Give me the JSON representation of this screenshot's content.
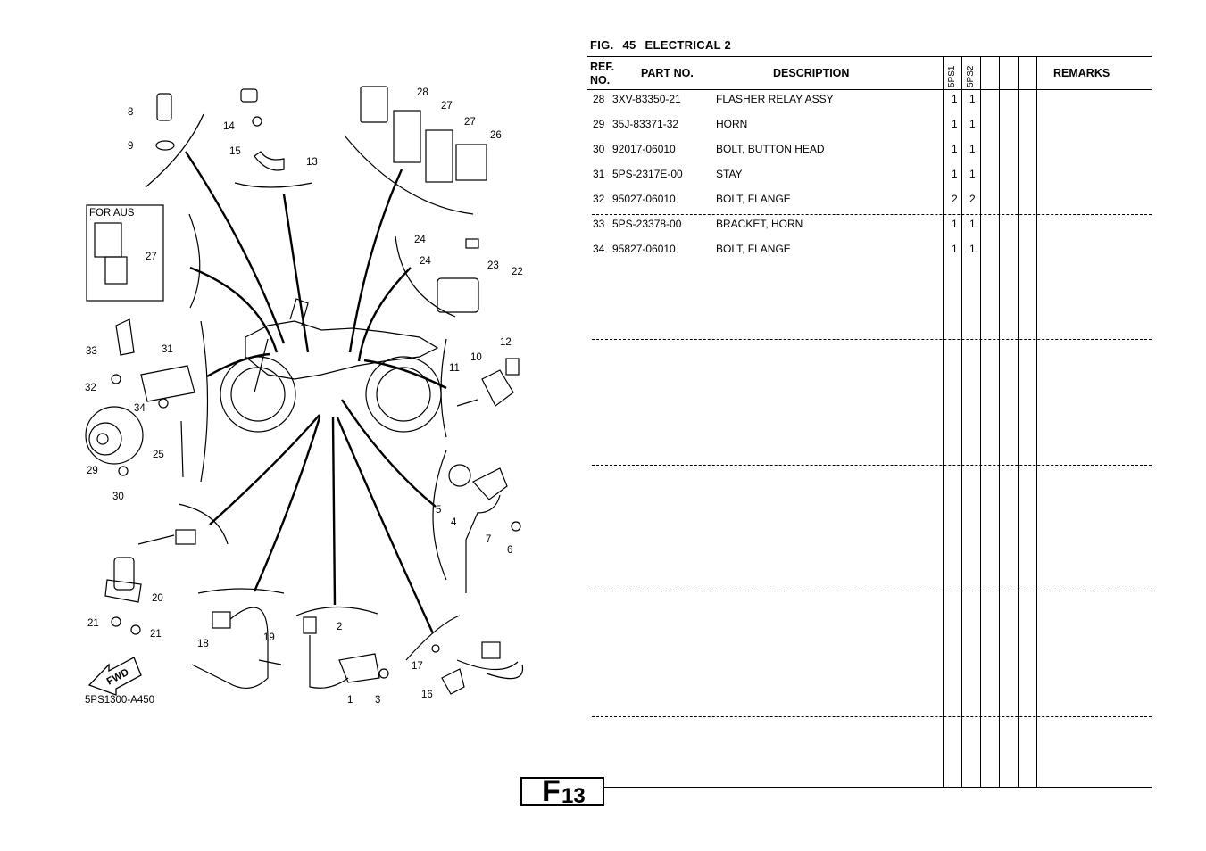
{
  "figure": {
    "fig_label": "FIG.",
    "fig_number": "45",
    "title": "ELECTRICAL 2"
  },
  "table": {
    "headers": {
      "ref_no": "REF.\nNO.",
      "part_no": "PART NO.",
      "description": "DESCRIPTION",
      "model1": "5PS1",
      "model2": "5PS2",
      "remarks": "REMARKS"
    },
    "rows": [
      {
        "ref": "28",
        "part": "3XV-83350-21",
        "desc": "FLASHER RELAY ASSY",
        "q1": "1",
        "q2": "1"
      },
      {
        "ref": "29",
        "part": "35J-83371-32",
        "desc": "HORN",
        "q1": "1",
        "q2": "1"
      },
      {
        "ref": "30",
        "part": "92017-06010",
        "desc": "BOLT, BUTTON HEAD",
        "q1": "1",
        "q2": "1"
      },
      {
        "ref": "31",
        "part": "5PS-2317E-00",
        "desc": "STAY",
        "q1": "1",
        "q2": "1"
      },
      {
        "ref": "32",
        "part": "95027-06010",
        "desc": "BOLT, FLANGE",
        "q1": "2",
        "q2": "2"
      },
      {
        "ref": "33",
        "part": "5PS-23378-00",
        "desc": "BRACKET, HORN",
        "q1": "1",
        "q2": "1"
      },
      {
        "ref": "34",
        "part": "95827-06010",
        "desc": "BOLT, FLANGE",
        "q1": "1",
        "q2": "1"
      }
    ]
  },
  "diagram": {
    "inset_label": "FOR AUS",
    "drawing_code": "5PS1300-A450",
    "fwd_label": "FWD",
    "callouts": [
      "8",
      "9",
      "14",
      "15",
      "13",
      "28",
      "27",
      "27",
      "26",
      "27",
      "24",
      "24",
      "23",
      "22",
      "33",
      "31",
      "32",
      "34",
      "29",
      "25",
      "30",
      "12",
      "10",
      "11",
      "5",
      "4",
      "7",
      "6",
      "20",
      "21",
      "21",
      "18",
      "19",
      "2",
      "1",
      "3",
      "17",
      "16"
    ]
  },
  "page": {
    "section": "F",
    "number": "13"
  }
}
